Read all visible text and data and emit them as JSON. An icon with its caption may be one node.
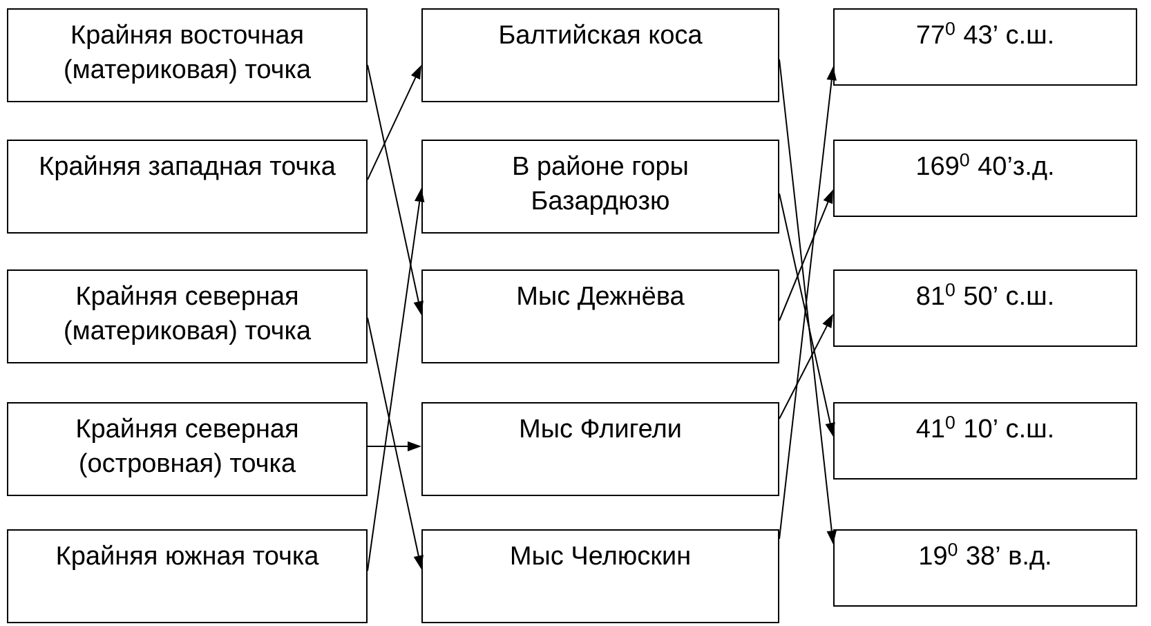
{
  "diagram": {
    "nodes": [
      {
        "text": [
          "Крайняя восточная (материковая) точка"
        ]
      },
      {
        "text": [
          "Балтийская коса"
        ]
      },
      {
        "text": [
          "77$^{0}$ 43’ с.ш."
        ]
      },
      {
        "text": [
          "Крайняя западная точка"
        ]
      },
      {
        "text": [
          "В районе горы Базардюзю"
        ]
      },
      {
        "text": [
          "169$^{0}$ 40’з.д."
        ]
      },
      {
        "text": [
          "Крайняя северная (материковая) точка"
        ]
      },
      {
        "text": [
          "Мыс Дежнёва"
        ]
      },
      {
        "text": [
          "81$^{0}$ 50’ с.ш."
        ]
      },
      {
        "text": [
          "Крайняя северная (островная) точка"
        ]
      },
      {
        "text": [
          "Мыс Флигели"
        ]
      },
      {
        "text": [
          "41$^{0}$ 10’ с.ш."
        ]
      },
      {
        "text": [
          "Крайняя южная точка"
        ]
      },
      {
        "text": [
          "Мыс Челюскин"
        ]
      },
      {
        "text": [
          "19$^{0}$ 38’ в.д."
        ]
      }
    ],
    "edges": [
      {
        "from": 0,
        "to": 7,
        "arrow": "to"
      },
      {
        "from": 3,
        "to": 1,
        "arrow": "to"
      },
      {
        "from": 6,
        "to": 13,
        "arrow": "to"
      },
      {
        "from": 9,
        "to": 10,
        "arrow": "to"
      },
      {
        "from": 12,
        "to": 4,
        "arrow": "to"
      },
      {
        "from": 1,
        "to": 14,
        "arrow": "to"
      },
      {
        "from": 4,
        "to": 11,
        "arrow": "to"
      },
      {
        "from": 7,
        "to": 5,
        "arrow": "to"
      },
      {
        "from": 10,
        "to": 8,
        "arrow": "to"
      },
      {
        "from": 13,
        "to": 2,
        "arrow": "to"
      }
    ]
  }
}
